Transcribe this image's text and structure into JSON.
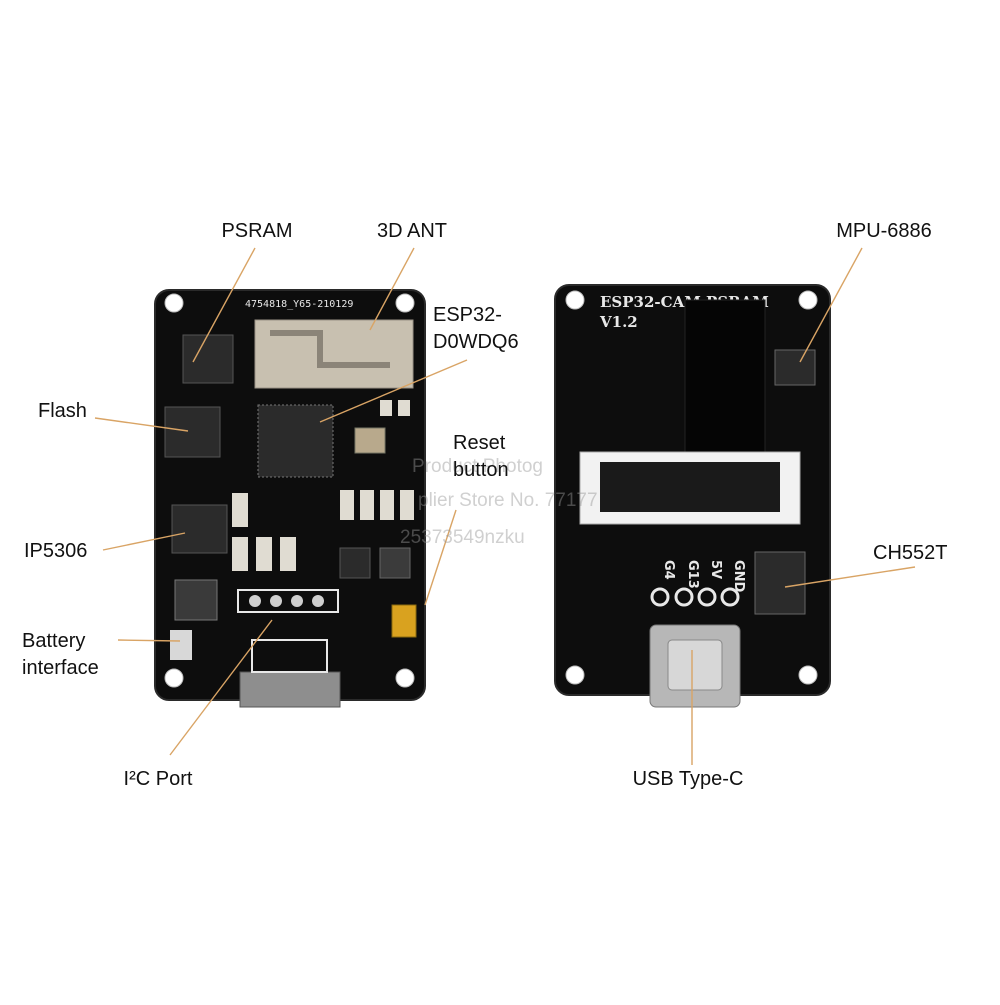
{
  "colors": {
    "pcb": "#0d0d0d",
    "pcb_edge": "#2a2a2a",
    "leader_line": "#d9a465",
    "silkscreen": "#e8e8e8",
    "antenna": "#c8c0b0",
    "chip": "#2b2b2b",
    "smd_pad": "#e0dcd2",
    "button_yellow": "#d9a21f"
  },
  "front_board": {
    "silk_code": "4754818_Y65-210129",
    "labels": {
      "psram": "PSRAM",
      "ant": "3D ANT",
      "esp32": "ESP32-\nD0WDQ6",
      "reset": "Reset\nbutton",
      "flash": "Flash",
      "ip5306": "IP5306",
      "battery": "Battery\ninterface",
      "i2c": "I²C Port"
    }
  },
  "back_board": {
    "silk_title": "ESP32-CAM  PSRAM",
    "silk_version": "V1.2",
    "pin_labels": [
      "G4",
      "G13",
      "5V",
      "GND"
    ],
    "labels": {
      "mpu": "MPU-6886",
      "ch552": "CH552T",
      "usb": "USB Type-C"
    }
  },
  "watermark": {
    "line1": "Product Photog",
    "line2": "plier Store No. 77177",
    "line3": "25373549nzku"
  }
}
